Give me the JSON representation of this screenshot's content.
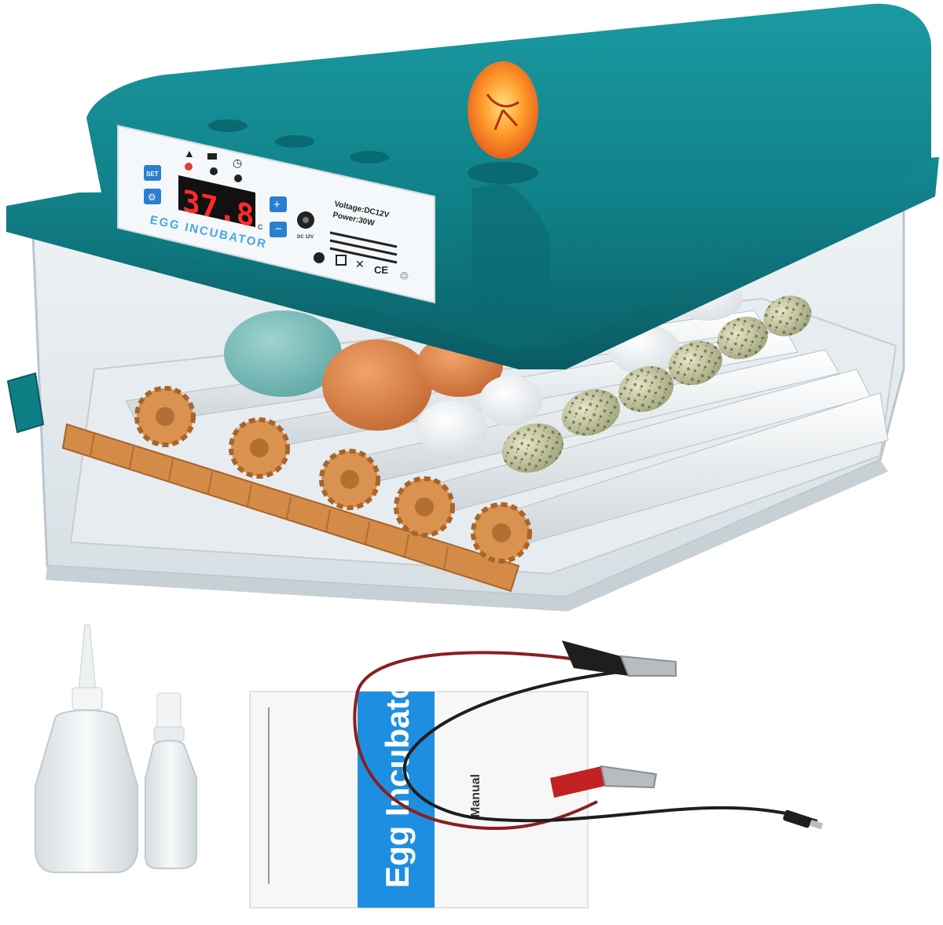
{
  "panel": {
    "brand": "EGG INCUBATOR",
    "display": "37.8",
    "degree_mark": "C",
    "dc_label": "DC 12V",
    "voltage": "Voltage:DC12V",
    "power": "Power:30W",
    "cert_ce": "CE",
    "set_label": "SET"
  },
  "manual": {
    "title": "Egg Incubator",
    "subtitle": "Manual"
  },
  "colors": {
    "shell_teal": "#0f7f86",
    "shell_teal_dark": "#0a5f66",
    "tray_plastic": "#dfe6ea",
    "gear_orange": "#d9924f",
    "lcd_red": "#ff2a2a",
    "manual_blue": "#1e8fe0"
  },
  "icons": [
    "temperature-icon",
    "humidity-icon",
    "timer-icon",
    "plus-icon",
    "minus-icon",
    "dc-port-icon",
    "certification-icons",
    "candling-egg-icon"
  ]
}
